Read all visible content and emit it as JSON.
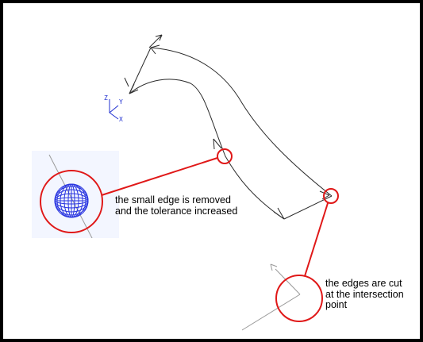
{
  "axis_triad": {
    "labels": [
      "Z",
      "Y",
      "X"
    ]
  },
  "annotations": {
    "small_edge": "the small edge is removed and the tolerance increased",
    "intersection": "the edges are cut at the intersection point"
  },
  "colors": {
    "background": "#ffffff",
    "border": "#000000",
    "edge": "#2a2a2a",
    "callout": "#e01818",
    "axis": "#2030d0",
    "inset_background": "#f3f6ff",
    "sphere": "#2a36e0",
    "construction": "#9a9a9a"
  }
}
